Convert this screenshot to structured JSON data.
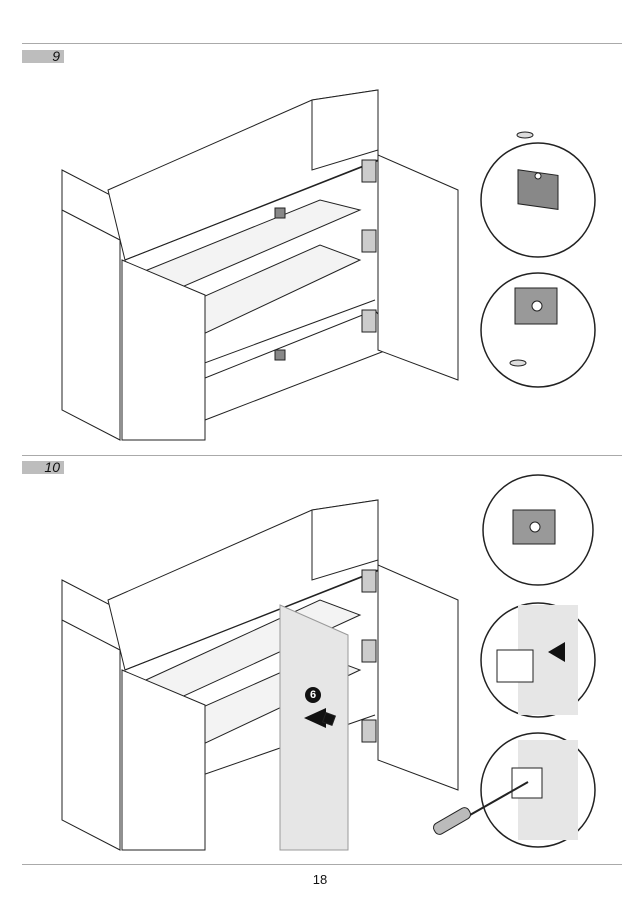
{
  "steps": [
    {
      "number": "9"
    },
    {
      "number": "10",
      "marker": "6"
    }
  ],
  "footer": {
    "page_number": "18"
  }
}
